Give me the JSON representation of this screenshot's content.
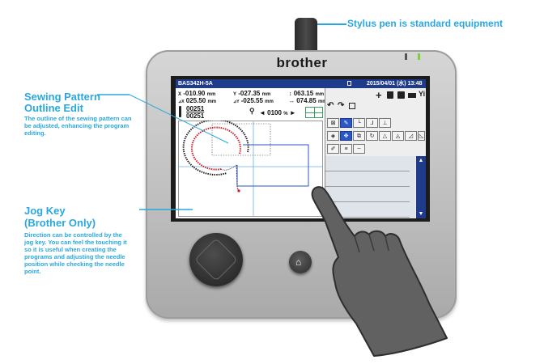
{
  "callouts": {
    "stylus": "Stylus pen is standard equipment",
    "outline_title_1": "Sewing Pattern",
    "outline_title_2": "Outline Edit",
    "outline_desc": "The outline of the sewing pattern can be adjusted, enhancing the program editing.",
    "jog_title_1": "Jog Key",
    "jog_title_2": "(Brother Only)",
    "jog_desc": "Direction can be controlled by the jog key. You can feel the touching it so it is useful when creating the programs and adjusting the needle position while checking the needle point."
  },
  "device": {
    "brand": "brother"
  },
  "screen": {
    "model": "BAS342H-5A",
    "datetime": "2015/04/01 (水) 13:48",
    "x_label": "X",
    "x_value": "-010.90",
    "y_label": "Y",
    "y_value": "-027.35",
    "ix_label": "⊿X",
    "ix_value": "025.50",
    "iy_label": "⊿Y",
    "iy_value": "-025.55",
    "unit": "mm",
    "length_value": "063.15",
    "width_value": "074.85",
    "stitch_current": "00251",
    "stitch_total": "00251",
    "zoom": "0100",
    "zoom_unit": "%"
  },
  "icons": {
    "stylus": "stylus-icon",
    "home": "home-icon",
    "back": "return-icon",
    "enter": "enter-icon"
  },
  "colors": {
    "accent": "#29a8e0",
    "titlebar": "#1e3b8c",
    "selected_tool": "#2a56c6",
    "pattern_red": "#d0202a"
  }
}
